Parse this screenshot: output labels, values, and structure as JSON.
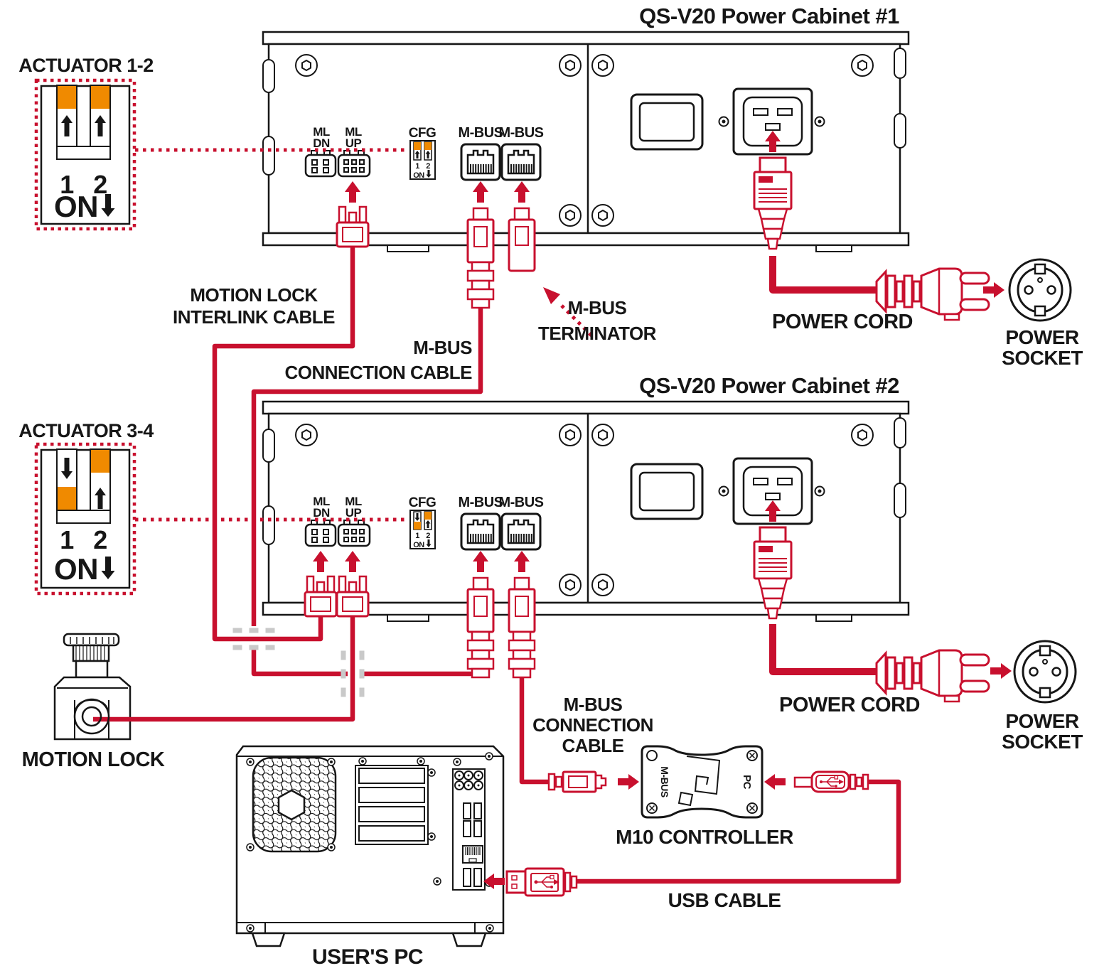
{
  "diagram": {
    "colors": {
      "red": "#c8102e",
      "orange": "#f08a00",
      "gray": "#c9c9c9",
      "ink": "#161616"
    },
    "cabinet1_title": "QS-V20 Power Cabinet #1",
    "cabinet2_title": "QS-V20 Power Cabinet #2",
    "actuator12_title": "ACTUATOR 1-2",
    "actuator34_title": "ACTUATOR 3-4",
    "ports": {
      "ml": "ML",
      "dn": "DN",
      "up": "UP",
      "cfg": "CFG",
      "mbus": "M-BUS"
    },
    "dip": {
      "n1": "1",
      "n2": "2",
      "on": "ON"
    },
    "m10": {
      "left": "M-BUS",
      "right": "PC"
    },
    "labels": {
      "interlink1": "MOTION LOCK",
      "interlink2": "INTERLINK CABLE",
      "mbus_cable1": "M-BUS",
      "mbus_cable2": "CONNECTION CABLE",
      "terminator1": "M-BUS",
      "terminator2": "TERMINATOR",
      "power_cord": "POWER CORD",
      "power1": "POWER",
      "power2": "SOCKET",
      "mbus_b1": "M-BUS",
      "mbus_b2": "CONNECTION",
      "mbus_b3": "CABLE",
      "m10": "M10 CONTROLLER",
      "usb": "USB CABLE",
      "pc": "USER'S PC",
      "motion_lock": "MOTION LOCK"
    }
  }
}
